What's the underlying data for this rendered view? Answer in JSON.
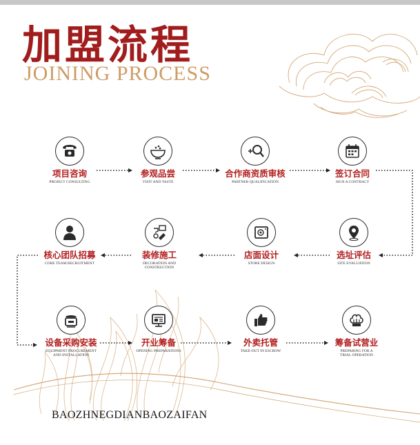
{
  "title": {
    "chinese": "加盟流程",
    "english": "JOINING PROCESS"
  },
  "footer": {
    "text": "BAOZHNEGDIANBAOZAIFAN"
  },
  "colors": {
    "accent": "#b21e1e",
    "gold": "#c58b4a",
    "icon": "#2a2a2a"
  },
  "steps": [
    {
      "cn": "项目咨询",
      "en": "PROJECT CONSULTING",
      "icon": "telephone-icon"
    },
    {
      "cn": "参观品尝",
      "en": "VISIT AND TASTE",
      "icon": "bowl-icon"
    },
    {
      "cn": "合作商资质审核",
      "en": "PARTNER QUALIFICATION",
      "icon": "magnifier-plus-icon"
    },
    {
      "cn": "签订合同",
      "en": "SIGN A CONTRACT",
      "icon": "calendar-icon"
    },
    {
      "cn": "选址评估",
      "en": "SITE EVALUATION",
      "icon": "location-pin-icon"
    },
    {
      "cn": "店面设计",
      "en": "STORE DESIGN",
      "icon": "blueprint-icon"
    },
    {
      "cn": "装修施工",
      "en": "DECORATION AND\nCONSTRUCTION",
      "icon": "decoration-icon"
    },
    {
      "cn": "核心团队招募",
      "en": "CORE TEAM RECRUITMENT",
      "icon": "person-icon"
    },
    {
      "cn": "设备采购安装",
      "en": "EQUIPMENT PROCUREMENT\nAND INSTALLATION",
      "icon": "rice-cooker-icon"
    },
    {
      "cn": "开业筹备",
      "en": "OPENING PREPARATIONS",
      "icon": "monitor-icon"
    },
    {
      "cn": "外卖托管",
      "en": "TAKE-OUT IN ESCROW",
      "icon": "thumbs-up-icon"
    },
    {
      "cn": "筹备试营业",
      "en": "PREPARING FOR A\nTRIAL OPERATION",
      "icon": "chef-hat-icon"
    }
  ]
}
